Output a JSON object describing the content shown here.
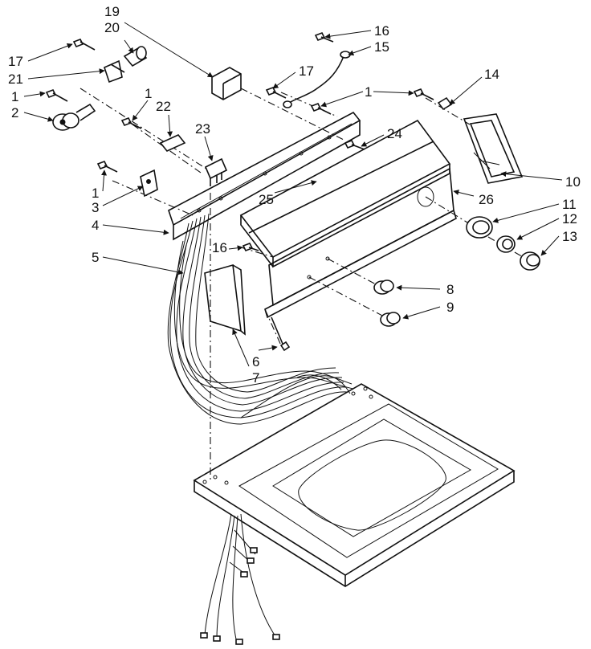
{
  "diagram": {
    "callouts": {
      "c1a": "1",
      "c1b": "1",
      "c1c": "1",
      "c1d": "1",
      "c2": "2",
      "c3": "3",
      "c4": "4",
      "c5": "5",
      "c6": "6",
      "c7": "7",
      "c8": "8",
      "c9": "9",
      "c10": "10",
      "c11": "11",
      "c12": "12",
      "c13": "13",
      "c14": "14",
      "c15": "15",
      "c16a": "16",
      "c16b": "16",
      "c17a": "17",
      "c17b": "17",
      "c19": "19",
      "c20": "20",
      "c21": "21",
      "c22": "22",
      "c23": "23",
      "c24": "24",
      "c25": "25",
      "c26": "26"
    }
  }
}
